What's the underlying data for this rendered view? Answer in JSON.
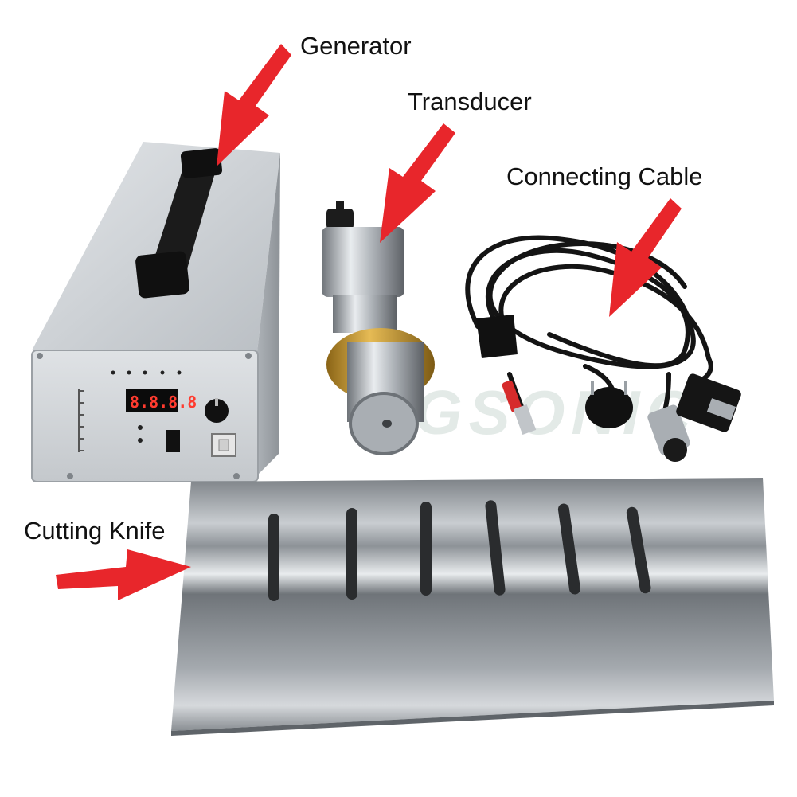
{
  "labels": {
    "generator": "Generator",
    "transducer": "Transducer",
    "connecting_cable": "Connecting Cable",
    "cutting_knife": "Cutting Knife"
  },
  "colors": {
    "arrow": "#e8262b",
    "background": "#ffffff",
    "label_text": "#111111",
    "generator_body": "#c9cdd1",
    "knife_steel": "#9ea3a8",
    "horn_gold": "#c9962e",
    "cable": "#141414"
  },
  "product_photo": {
    "watermark": "GSONIC",
    "generator_panel": {
      "display_readout": "8.8.8.8"
    }
  }
}
